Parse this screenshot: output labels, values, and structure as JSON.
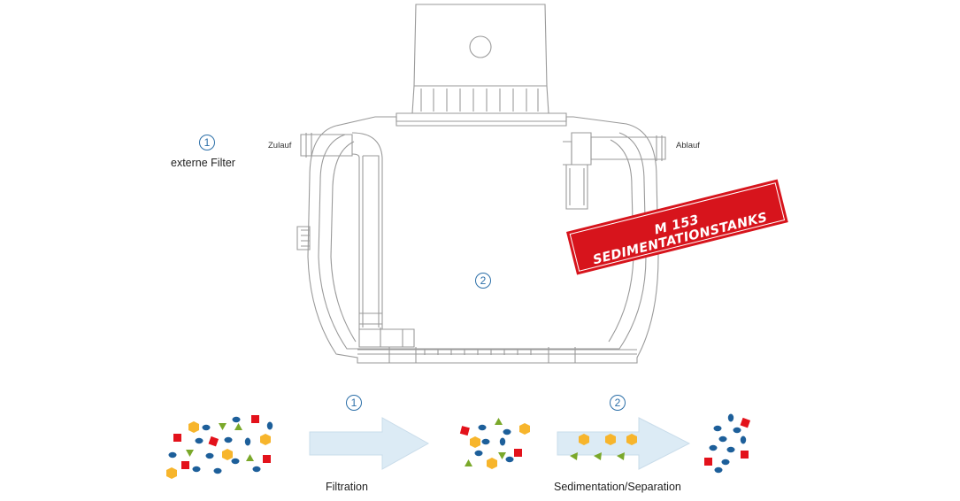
{
  "labels": {
    "zulauf": "Zulauf",
    "ablauf": "Ablauf",
    "externe_filter": "externe Filter",
    "banner": "M 153 SEDIMENTATIONSTANKS",
    "filtration": "Filtration",
    "sedimentation": "Sedimentation/Separation"
  },
  "markers": {
    "one": "1",
    "two": "2"
  },
  "colors": {
    "accent_blue": "#2c6fa8",
    "banner_red": "#d7141c",
    "arrow_fill": "#dcebf5",
    "particle_red": "#e3121b",
    "particle_yellow": "#f7b52c",
    "particle_green": "#7aa82a",
    "particle_blue": "#1d5f9a"
  }
}
